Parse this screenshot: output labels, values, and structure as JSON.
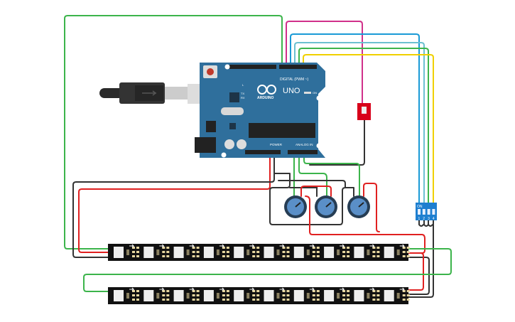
{
  "board": {
    "brand": "ARDUINO",
    "model": "UNO",
    "digital_label": "DIGITAL (PWM ~)",
    "power_label": "POWER",
    "analog_label": "ANALOG IN",
    "on_label": "ON",
    "led_labels": [
      "L",
      "TX",
      "RX"
    ]
  },
  "dip_switch": {
    "on_label": "ON",
    "positions": [
      "1",
      "2",
      "3",
      "4"
    ]
  },
  "potentiometers": 3,
  "led_strips": {
    "count": 2,
    "pixels_per_strip": 10
  },
  "colors": {
    "board": "#2f6f9c",
    "wire_red": "#e02020",
    "wire_black": "#333333",
    "wire_green": "#3cb44b",
    "wire_magenta": "#d0308a",
    "wire_blue": "#1a9ad6",
    "wire_lightblue": "#6cc0d0",
    "wire_yellow": "#f0d000",
    "switch": "#d8001a",
    "dip": "#1e7fd0",
    "pot": "#5a8fc8"
  }
}
